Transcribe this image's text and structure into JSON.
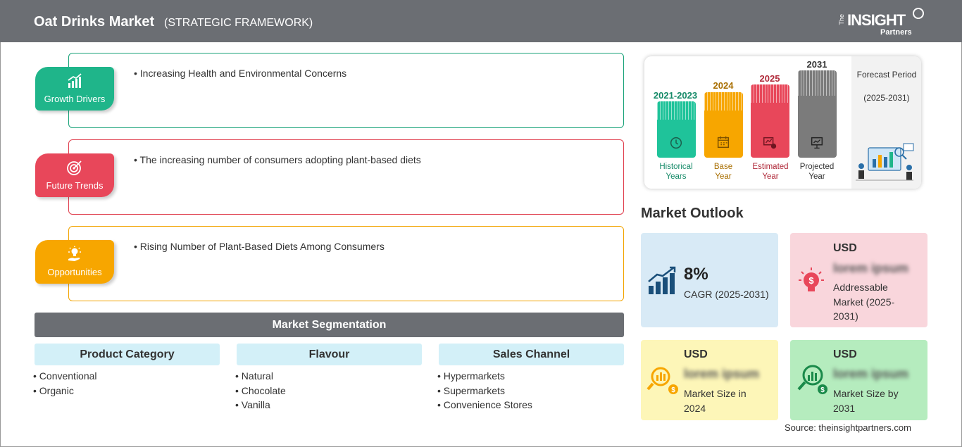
{
  "header": {
    "title": "Oat Drinks Market",
    "subtitle": "(STRATEGIC FRAMEWORK)",
    "logo": {
      "the": "The",
      "insight": "INSIGHT",
      "partners": "Partners"
    }
  },
  "framework": [
    {
      "label": "Growth Drivers",
      "icon": "growth-chart-icon",
      "color": "#1fb58a",
      "text": "• Increasing Health and Environmental Concerns"
    },
    {
      "label": "Future Trends",
      "icon": "target-icon",
      "color": "#e8475a",
      "text": "• The increasing number of consumers adopting plant-based diets"
    },
    {
      "label": "Opportunities",
      "icon": "lightbulb-hand-icon",
      "color": "#f7a600",
      "text": "• Rising Number of Plant-Based Diets Among Consumers"
    }
  ],
  "segmentation": {
    "title": "Market Segmentation",
    "columns": [
      {
        "head": "Product Category",
        "items": [
          "Conventional",
          "Organic"
        ]
      },
      {
        "head": "Flavour",
        "items": [
          "Natural",
          "Chocolate",
          "Vanilla"
        ]
      },
      {
        "head": "Sales Channel",
        "items": [
          "Hypermarkets",
          "Supermarkets",
          "Convenience Stores"
        ]
      }
    ]
  },
  "timeline": {
    "bars": [
      {
        "year": "2021-2023",
        "label1": "Historical",
        "label2": "Years",
        "color": "#1fc39a",
        "text_color": "#168a68",
        "icon": "history-icon"
      },
      {
        "year": "2024",
        "label1": "Base",
        "label2": "Year",
        "color": "#f7a600",
        "text_color": "#a86e00",
        "icon": "calendar-icon"
      },
      {
        "year": "2025",
        "label1": "Estimated",
        "label2": "Year",
        "color": "#e8475a",
        "text_color": "#b02a3a",
        "icon": "estimate-icon"
      },
      {
        "year": "2031",
        "label1": "Projected",
        "label2": "Year",
        "color": "#7b7b7b",
        "text_color": "#333333",
        "icon": "presentation-icon"
      }
    ],
    "forecast_title": "Forecast Period",
    "forecast_range": "(2025-2031)"
  },
  "outlook": {
    "title": "Market Outlook",
    "cagr": {
      "value": "8%",
      "label": "CAGR (2025-2031)"
    },
    "addressable": {
      "usd": "USD",
      "value": "lorem ipsum",
      "label": "Addressable Market (2025-2031)"
    },
    "size_2024": {
      "usd": "USD",
      "value": "lorem ipsum",
      "label": "Market Size in 2024"
    },
    "size_2031": {
      "usd": "USD",
      "value": "lorem ipsum",
      "label": "Market Size by 2031"
    }
  },
  "source": "Source: theinsightpartners.com"
}
